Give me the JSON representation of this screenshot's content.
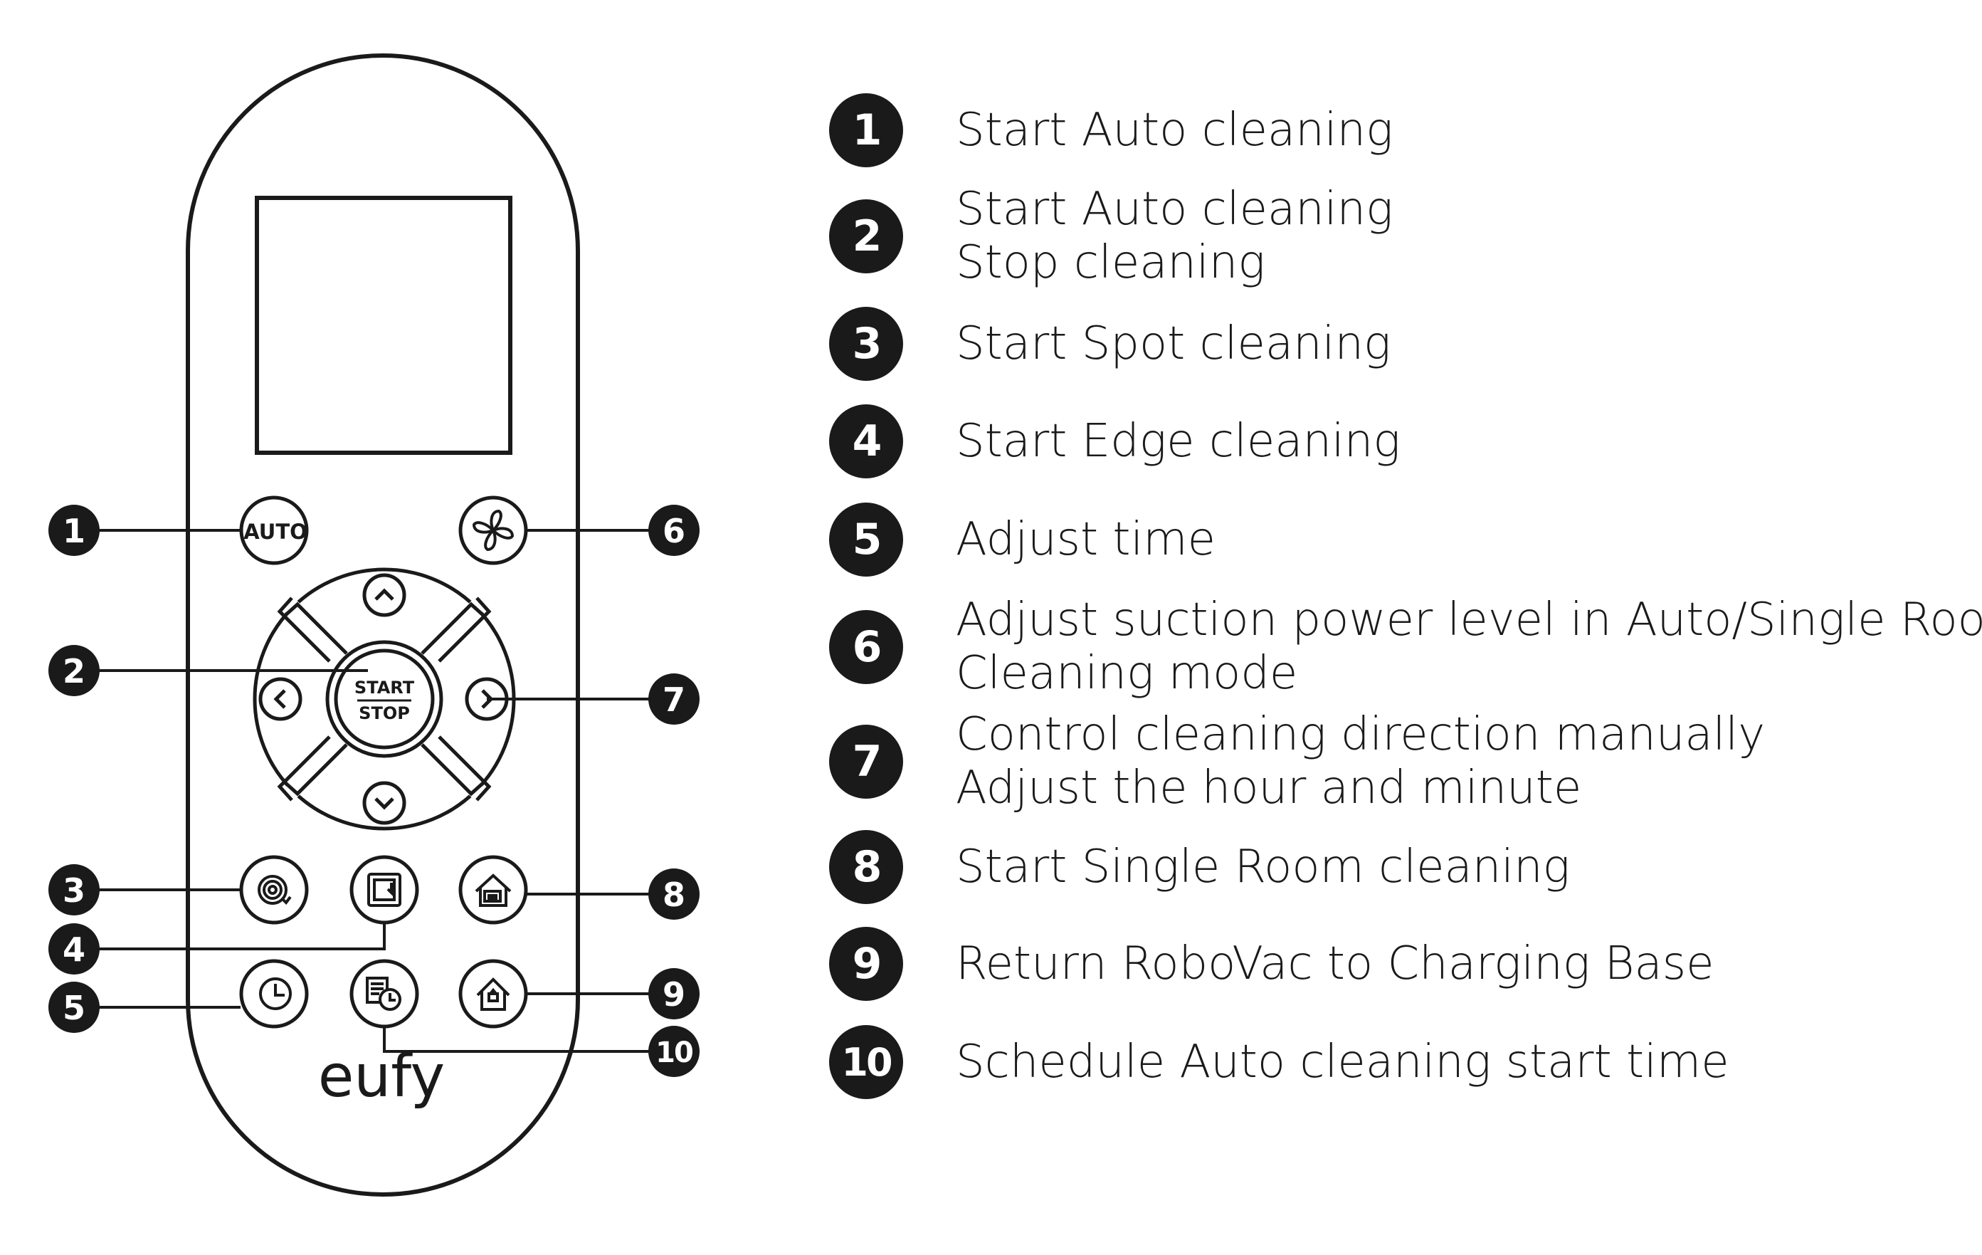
{
  "remote": {
    "brand": "eufy",
    "buttons": {
      "auto": "AUTO",
      "start": "START",
      "stop": "STOP"
    }
  },
  "callouts": [
    "1",
    "2",
    "3",
    "4",
    "5",
    "6",
    "7",
    "8",
    "9",
    "10"
  ],
  "legend": [
    {
      "num": "1",
      "lines": [
        "Start Auto cleaning"
      ]
    },
    {
      "num": "2",
      "lines": [
        "Start Auto cleaning",
        "Stop cleaning"
      ]
    },
    {
      "num": "3",
      "lines": [
        "Start Spot cleaning"
      ]
    },
    {
      "num": "4",
      "lines": [
        "Start Edge cleaning"
      ]
    },
    {
      "num": "5",
      "lines": [
        "Adjust time"
      ]
    },
    {
      "num": "6",
      "lines": [
        "Adjust suction power level in Auto/Single Room",
        "Cleaning mode"
      ]
    },
    {
      "num": "7",
      "lines": [
        "Control cleaning direction manually",
        "Adjust the hour and minute"
      ]
    },
    {
      "num": "8",
      "lines": [
        "Start Single Room cleaning"
      ]
    },
    {
      "num": "9",
      "lines": [
        "Return RoboVac to Charging Base"
      ]
    },
    {
      "num": "10",
      "lines": [
        "Schedule Auto cleaning start time"
      ]
    }
  ],
  "colors": {
    "ink": "#1a1a1a",
    "background": "#ffffff"
  },
  "icons": [
    "fan-icon",
    "chevron-up-icon",
    "chevron-down-icon",
    "chevron-left-icon",
    "chevron-right-icon",
    "spot-spiral-icon",
    "edge-icon",
    "single-room-icon",
    "clock-icon",
    "schedule-icon",
    "home-icon"
  ]
}
